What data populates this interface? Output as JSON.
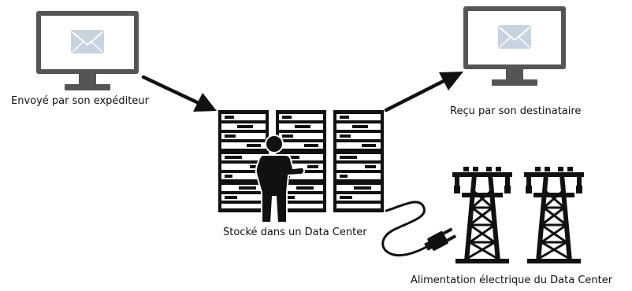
{
  "labels": {
    "sender": "Envoyé par son expéditeur",
    "recipient": "Reçu par son destinataire",
    "datacenter": "Stocké dans un Data Center",
    "power": "Alimentation électrique du Data Center"
  },
  "icons": {
    "sender_computer": "monitor-with-envelope-icon",
    "recipient_computer": "monitor-with-envelope-icon",
    "servers": "server-racks-icon",
    "person": "person-icon",
    "plug": "power-plug-icon",
    "pylons": "electricity-pylon-icon"
  },
  "colors": {
    "monitor_frame": "#555555",
    "monitor_screen": "#ffffff",
    "envelope": "#c8d3e0",
    "ink": "#111111",
    "background": "#ffffff"
  }
}
